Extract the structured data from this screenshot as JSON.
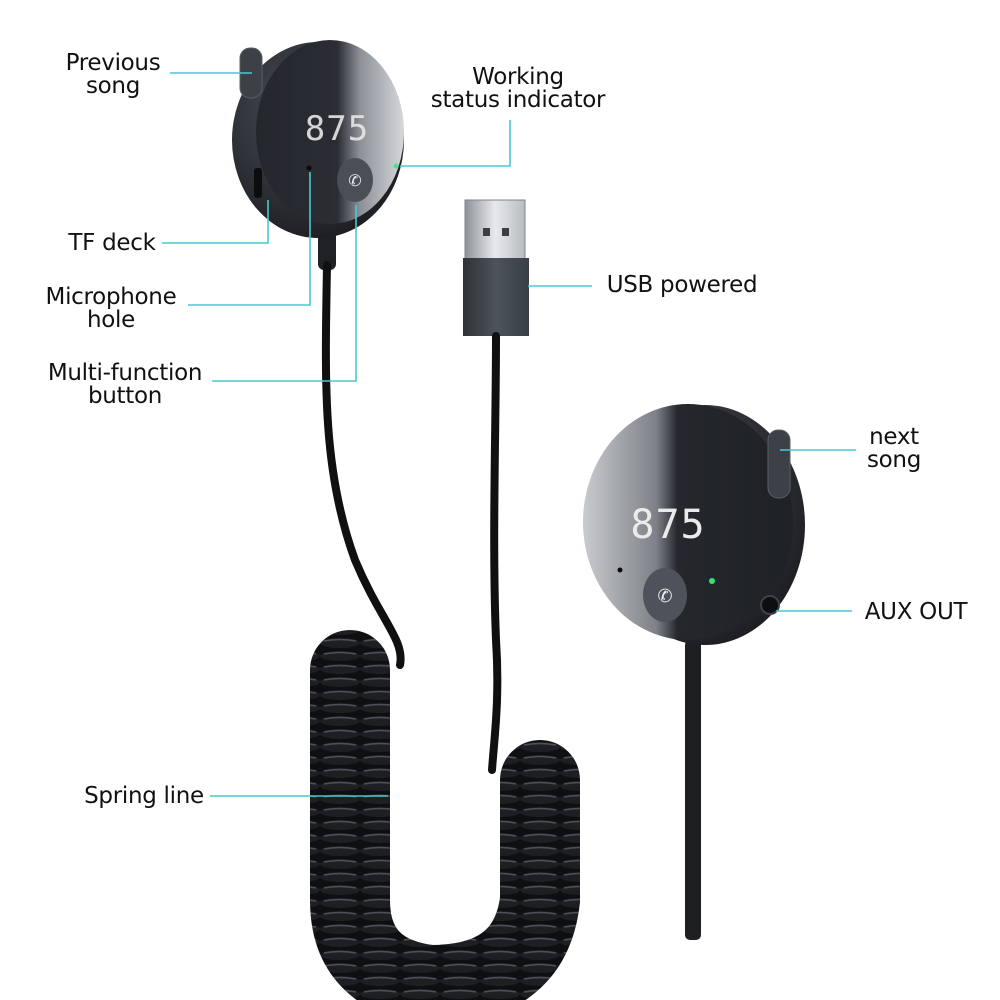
{
  "diagram": {
    "subject": "Bluetooth car FM/AUX receiver with coiled cable",
    "accent_color": "#49c9d0",
    "device_display_frequency": "875",
    "labels": {
      "previous_song": [
        "Previous",
        "song"
      ],
      "working_status_indicator": [
        "Working",
        "status indicator"
      ],
      "tf_deck": [
        "TF deck"
      ],
      "usb_powered": [
        "USB powered"
      ],
      "microphone_hole": [
        "Microphone",
        "hole"
      ],
      "multi_function_button": [
        "Multi-function",
        "button"
      ],
      "next_song": [
        "next",
        "song"
      ],
      "aux_out": [
        "AUX OUT"
      ],
      "spring_line": [
        "Spring line"
      ]
    }
  }
}
